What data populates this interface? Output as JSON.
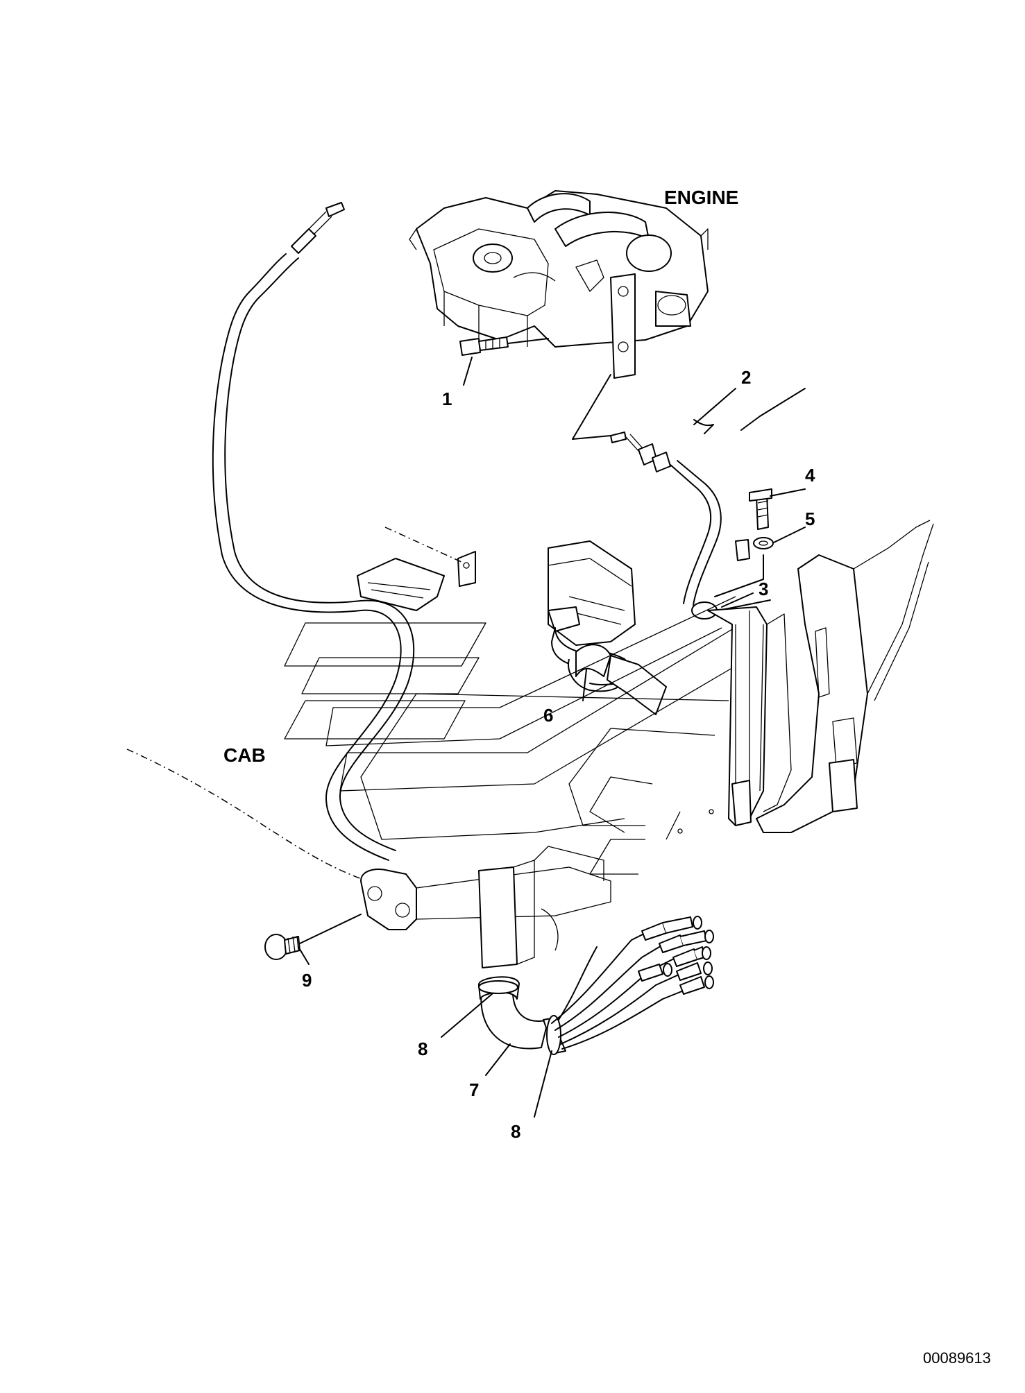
{
  "labels": {
    "engine": "ENGINE",
    "cab": "CAB"
  },
  "callouts": [
    "1",
    "2",
    "3",
    "4",
    "5",
    "6",
    "7",
    "8",
    "8",
    "9"
  ],
  "document_number": "00089613"
}
